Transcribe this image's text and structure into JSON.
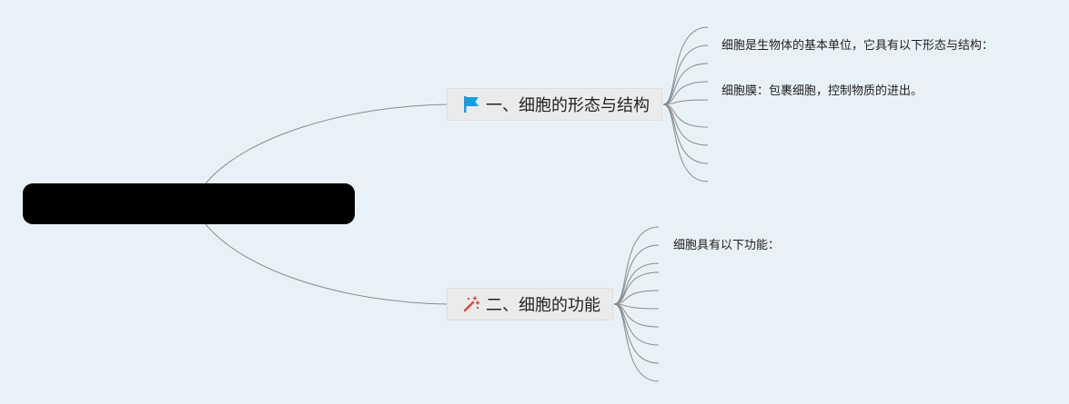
{
  "mindmap": {
    "root": {
      "label": ""
    },
    "topics": [
      {
        "label": "一、细胞的形态与结构",
        "icon": "flag-icon",
        "icon_color": "#1a9be0",
        "subtopics": [
          "细胞是生物体的基本单位，它具有以下形态与结构：",
          "细胞膜：包裹细胞，控制物质的进出。"
        ]
      },
      {
        "label": "二、细胞的功能",
        "icon": "magic-wand-icon",
        "icon_color": "#e0452e",
        "subtopics": [
          "细胞具有以下功能："
        ]
      }
    ],
    "colors": {
      "background": "#e9f1f8",
      "connector": "#8a8a8a",
      "root_fill": "#000000",
      "topic_fill": "#ebebeb"
    }
  }
}
